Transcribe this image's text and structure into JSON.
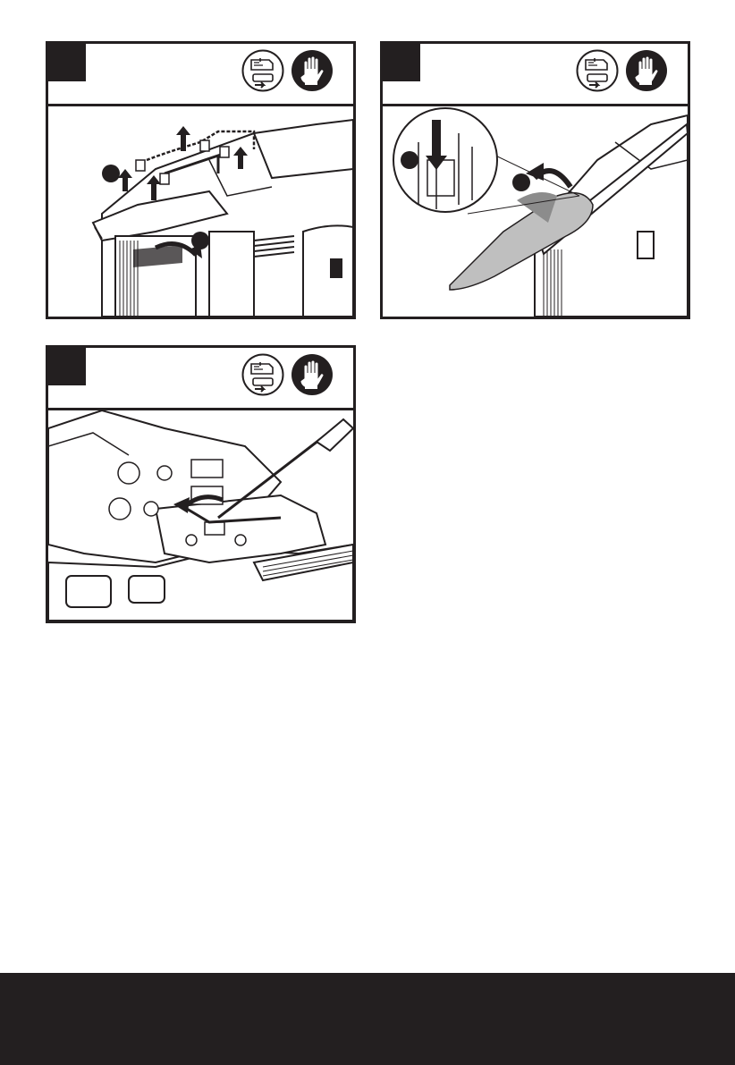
{
  "panels": [
    {
      "id": "panel-a",
      "icons": [
        "battery-removal-icon",
        "gloves-icon"
      ]
    },
    {
      "id": "panel-b",
      "icons": [
        "battery-removal-icon",
        "gloves-icon"
      ]
    },
    {
      "id": "panel-c",
      "icons": [
        "battery-removal-icon",
        "gloves-icon"
      ]
    }
  ],
  "colors": {
    "ink": "#231f20",
    "paper": "#ffffff",
    "shade": "#bfbfbf",
    "dark_shade": "#8c8c8c"
  }
}
